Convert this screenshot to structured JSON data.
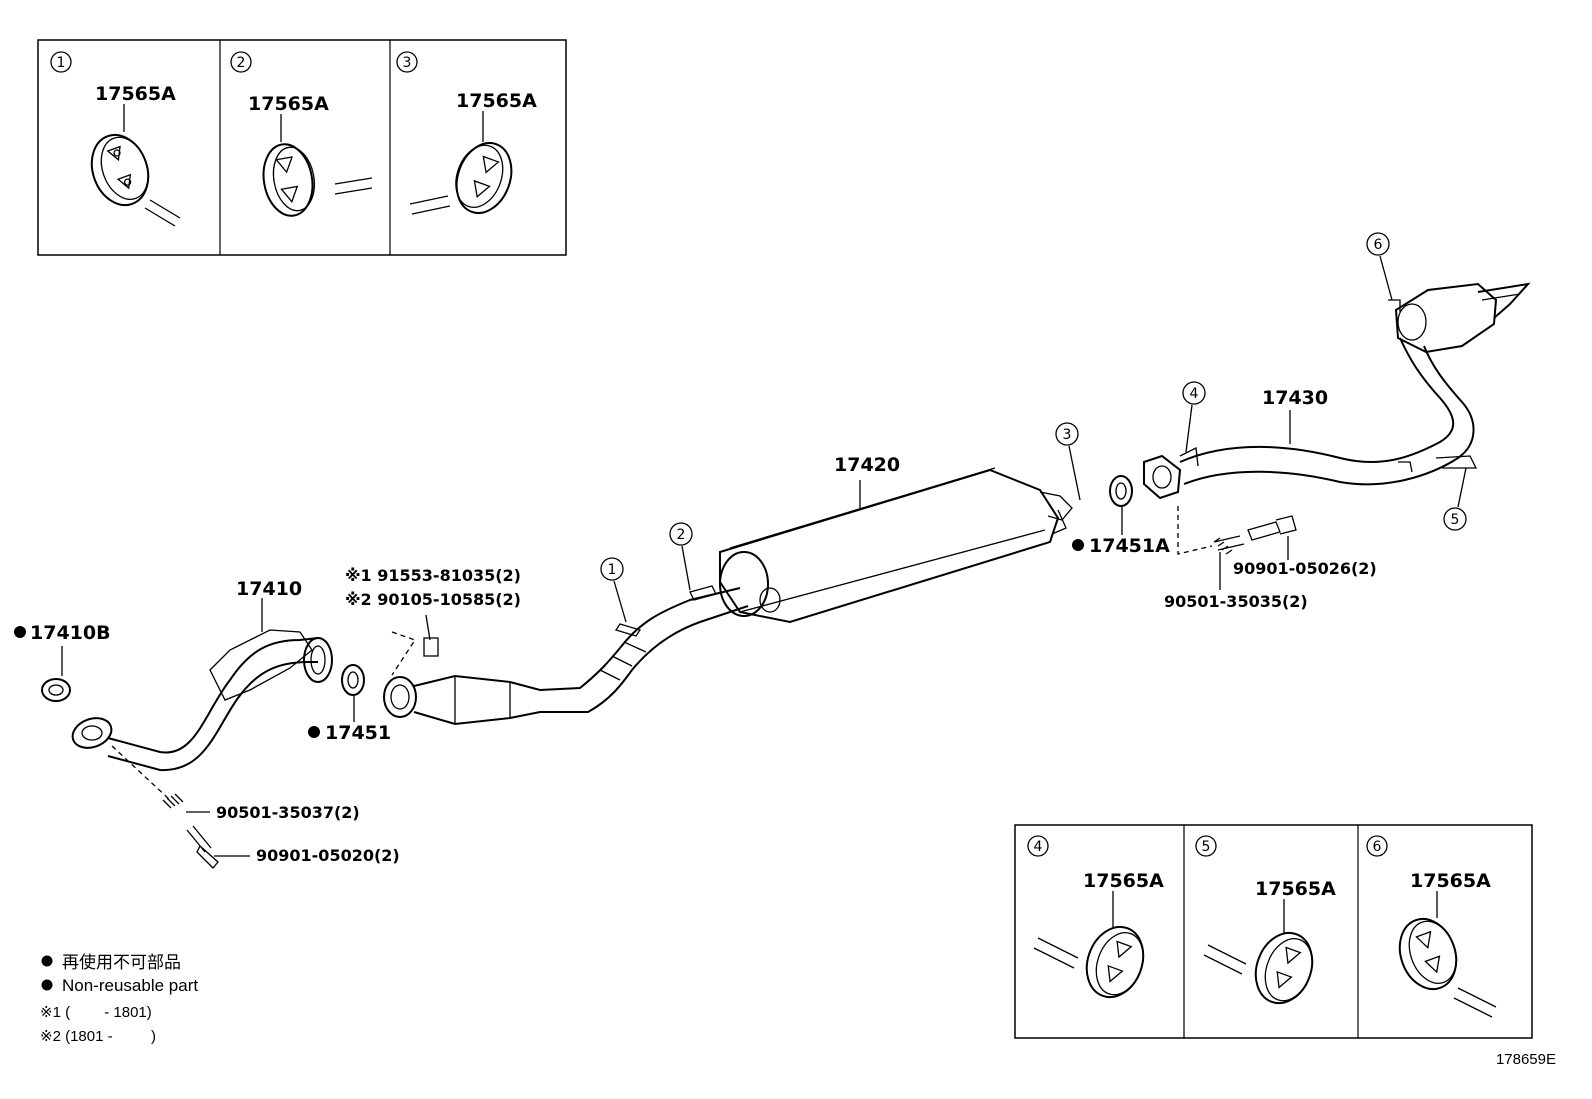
{
  "inset_top": [
    {
      "num": "1",
      "part": "17565A"
    },
    {
      "num": "2",
      "part": "17565A"
    },
    {
      "num": "3",
      "part": "17565A"
    }
  ],
  "inset_bottom": [
    {
      "num": "4",
      "part": "17565A"
    },
    {
      "num": "5",
      "part": "17565A"
    },
    {
      "num": "6",
      "part": "17565A"
    }
  ],
  "parts": {
    "front_pipe": "17410",
    "front_gasket": "17410B",
    "gasket_17451": "17451",
    "center_pipe": "17420",
    "gasket_17451A": "17451A",
    "tail_pipe": "17430",
    "bolt_1": "※1 91553-81035(2)",
    "bolt_2": "※2 90105-10585(2)",
    "spring_front": "90501-35037(2)",
    "bolt_front": "90901-05020(2)",
    "bolt_rear": "90901-05026(2)",
    "spring_rear": "90501-35035(2)"
  },
  "callouts": {
    "c1": "1",
    "c2": "2",
    "c3": "3",
    "c4": "4",
    "c5": "5",
    "c6": "6"
  },
  "legend": {
    "non_reusable_jp": "再使用不可部品",
    "non_reusable_en": "Non-reusable part",
    "note1": "※1 (　　 - 1801)",
    "note2": "※2 (1801 - 　　 )"
  },
  "diagram_id": "178659E"
}
